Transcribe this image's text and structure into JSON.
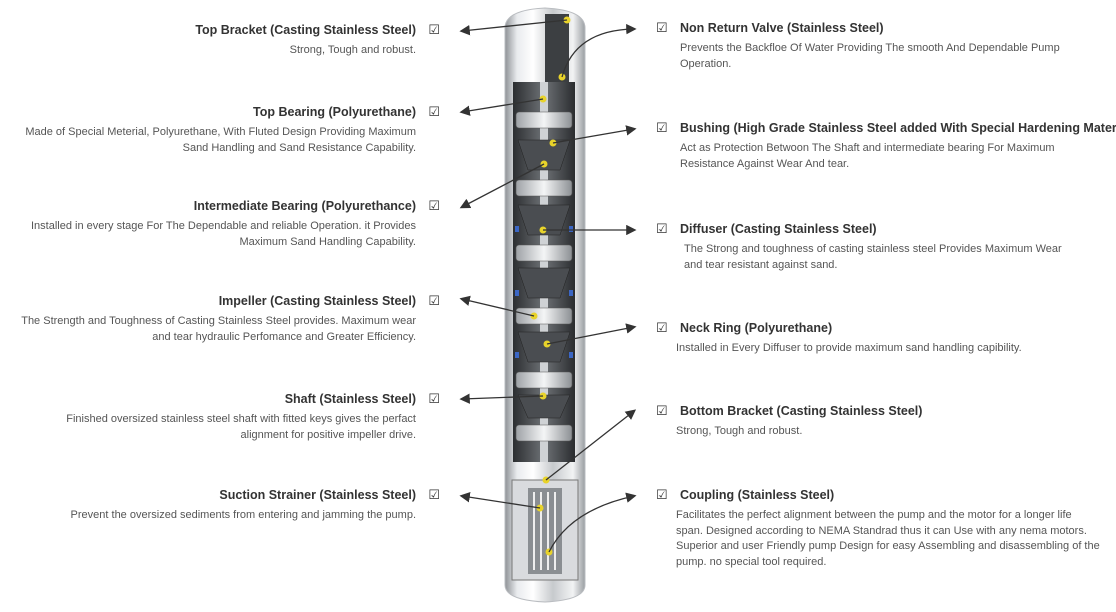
{
  "left_items": [
    {
      "title": "Top Bracket (Casting Stainless Steel)",
      "desc": "Strong, Tough and robust."
    },
    {
      "title": "Top Bearing (Polyurethane)",
      "desc": "Made of Special Meterial, Polyurethane, With Fluted Design Providing Maximum Sand Handling and Sand Resistance Capability."
    },
    {
      "title": "Intermediate Bearing (Polyurethance)",
      "desc": "Installed in every stage For The Dependable and reliable Operation. it Provides Maximum Sand Handling Capability."
    },
    {
      "title": "Impeller  (Casting Stainless Steel)",
      "desc": "The Strength and Toughness of Casting Stainless Steel provides. Maximum wear and tear hydraulic Perfomance and Greater Efficiency."
    },
    {
      "title": "Shaft (Stainless Steel)",
      "desc": "Finished oversized stainless steel shaft with fitted keys gives the perfact alignment for positive impeller drive."
    },
    {
      "title": "Suction Strainer (Stainless Steel)",
      "desc": "Prevent the oversized sediments from entering and jamming the pump."
    }
  ],
  "right_items": [
    {
      "title": "Non Return Valve (Stainless Steel)",
      "desc": "Prevents the Backfloe Of Water Providing The smooth And Dependable Pump Operation."
    },
    {
      "title": "Bushing (High Grade Stainless Steel added With Special Hardening Material)",
      "desc": "Act as Protection Betwoon The Shaft and intermediate bearing For Maximum Resistance Against Wear And tear."
    },
    {
      "title": "Diffuser (Casting Stainless Steel)",
      "desc": "The Strong and toughness of casting stainless steel Provides Maximum Wear and tear resistant against sand."
    },
    {
      "title": "Neck Ring (Polyurethane)",
      "desc": "Installed in Every Diffuser to provide maximum sand handling capibility."
    },
    {
      "title": "Bottom Bracket (Casting Stainless Steel)",
      "desc": "Strong, Tough and robust."
    },
    {
      "title": "Coupling (Stainless Steel)",
      "desc": "Facilitates the perfect alignment between the pump and the motor for a longer life span. Designed according to NEMA Standrad thus it can  Use with any nema motors. Superior and user Friendly pump Design for easy Assembling and disassembling of the pump. no special tool required."
    }
  ],
  "icons": {
    "check": "checkbox-check-icon",
    "marker": "yellow-dot-marker"
  },
  "colors": {
    "marker": "#e8d32a",
    "arrow": "#333333",
    "steel": "#c9ccd0"
  }
}
